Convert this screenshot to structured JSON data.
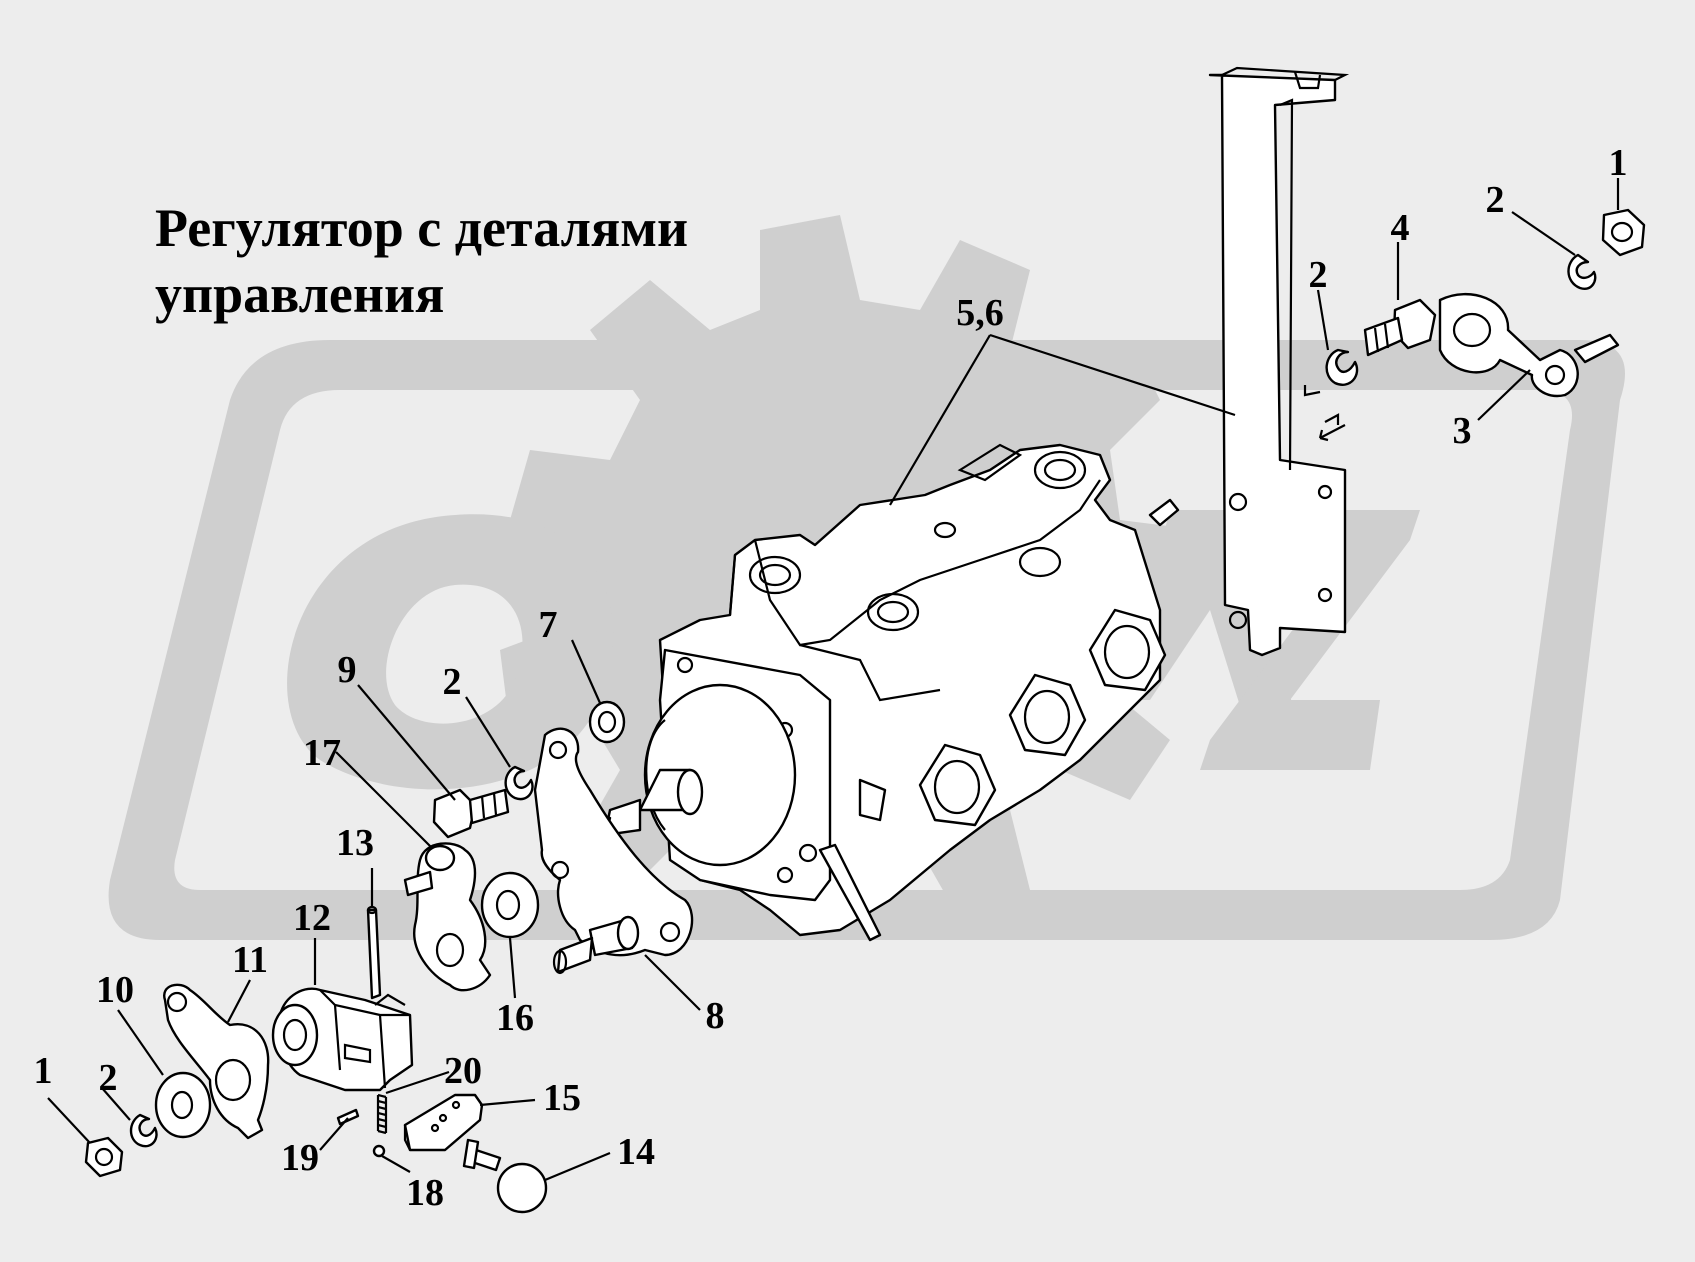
{
  "title": {
    "line1": "Регулятор с деталями",
    "line2": "управления"
  },
  "watermark": {
    "color": "#cfcfcf",
    "background": "#ededed"
  },
  "callouts": {
    "c1a": "1",
    "c2a": "2",
    "c4": "4",
    "c2b": "2",
    "c3": "3",
    "c56": "5,6",
    "c7": "7",
    "c9": "9",
    "c2c": "2",
    "c17": "17",
    "c13": "13",
    "c12": "12",
    "c11": "11",
    "c10": "10",
    "c2d": "2",
    "c1b": "1",
    "c16": "16",
    "c8": "8",
    "c20": "20",
    "c15": "15",
    "c14": "14",
    "c19": "19",
    "c18": "18"
  }
}
